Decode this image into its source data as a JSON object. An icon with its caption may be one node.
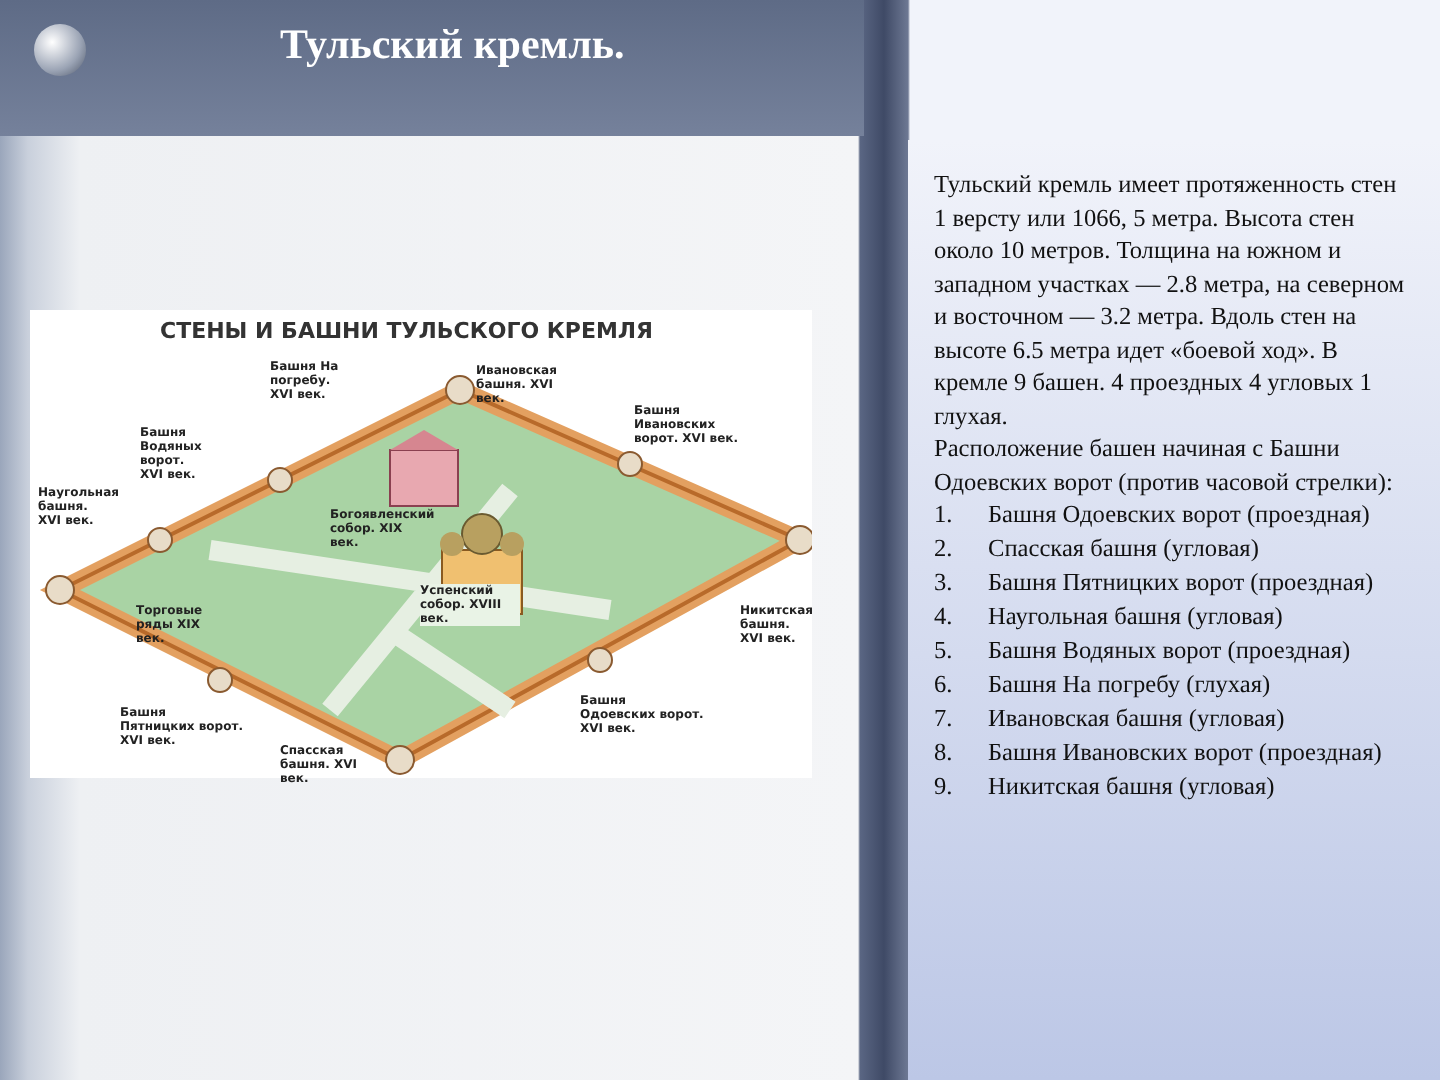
{
  "diagram": {
    "title": "Тульский кремль.",
    "labels": [
      "СТЕНЫ И БАШНИ ТУЛЬСКОГО КРЕМЛЯ",
      "Наугольная башня. XVI век.",
      "Башня Водяных ворот. XVI век.",
      "Башня На погребу. XVI век.",
      "Ивановская башня. XVI век.",
      "Башня Ивановских ворот. XVI век.",
      "Богоявленский собор. XIX век.",
      "Торговые ряды XIX век.",
      "Успенский собор. XVIII век.",
      "Никитская башня. XVI век.",
      "Башня Пятницких ворот. XVI век.",
      "Башня Одоевских ворот. XVI век.",
      "Спасская башня. XVI век.",
      "Тульский кремль имеет протяженность стен 1 версту или 1066, 5 метра. Высота стен около 10 метров. Толщина на южном и западном участках — 2.8 метра, на северном и восточном — 3.2 метра. Вдоль стен на высоте 6.5 метра идет «боевой ход». В кремле 9 башен. 4 проездных 4 угловых 1 глухая.",
      "Расположение башен начиная с Башни Одоевских ворот (против часовой стрелки):",
      "1.",
      "Башня Одоевских ворот (проездная)",
      "2.",
      "Спасская башня (угловая)",
      "3.",
      "Башня Пятницких ворот (проездная)",
      "4.",
      "Наугольная башня (угловая)",
      "5.",
      "Башня Водяных ворот (проездная)",
      "6.",
      "Башня На погребу (глухая)",
      "7.",
      "Ивановская башня (угловая)",
      "8.",
      "Башня Ивановских ворот (проездная)",
      "9.",
      "Никитская башня (угловая)"
    ]
  }
}
